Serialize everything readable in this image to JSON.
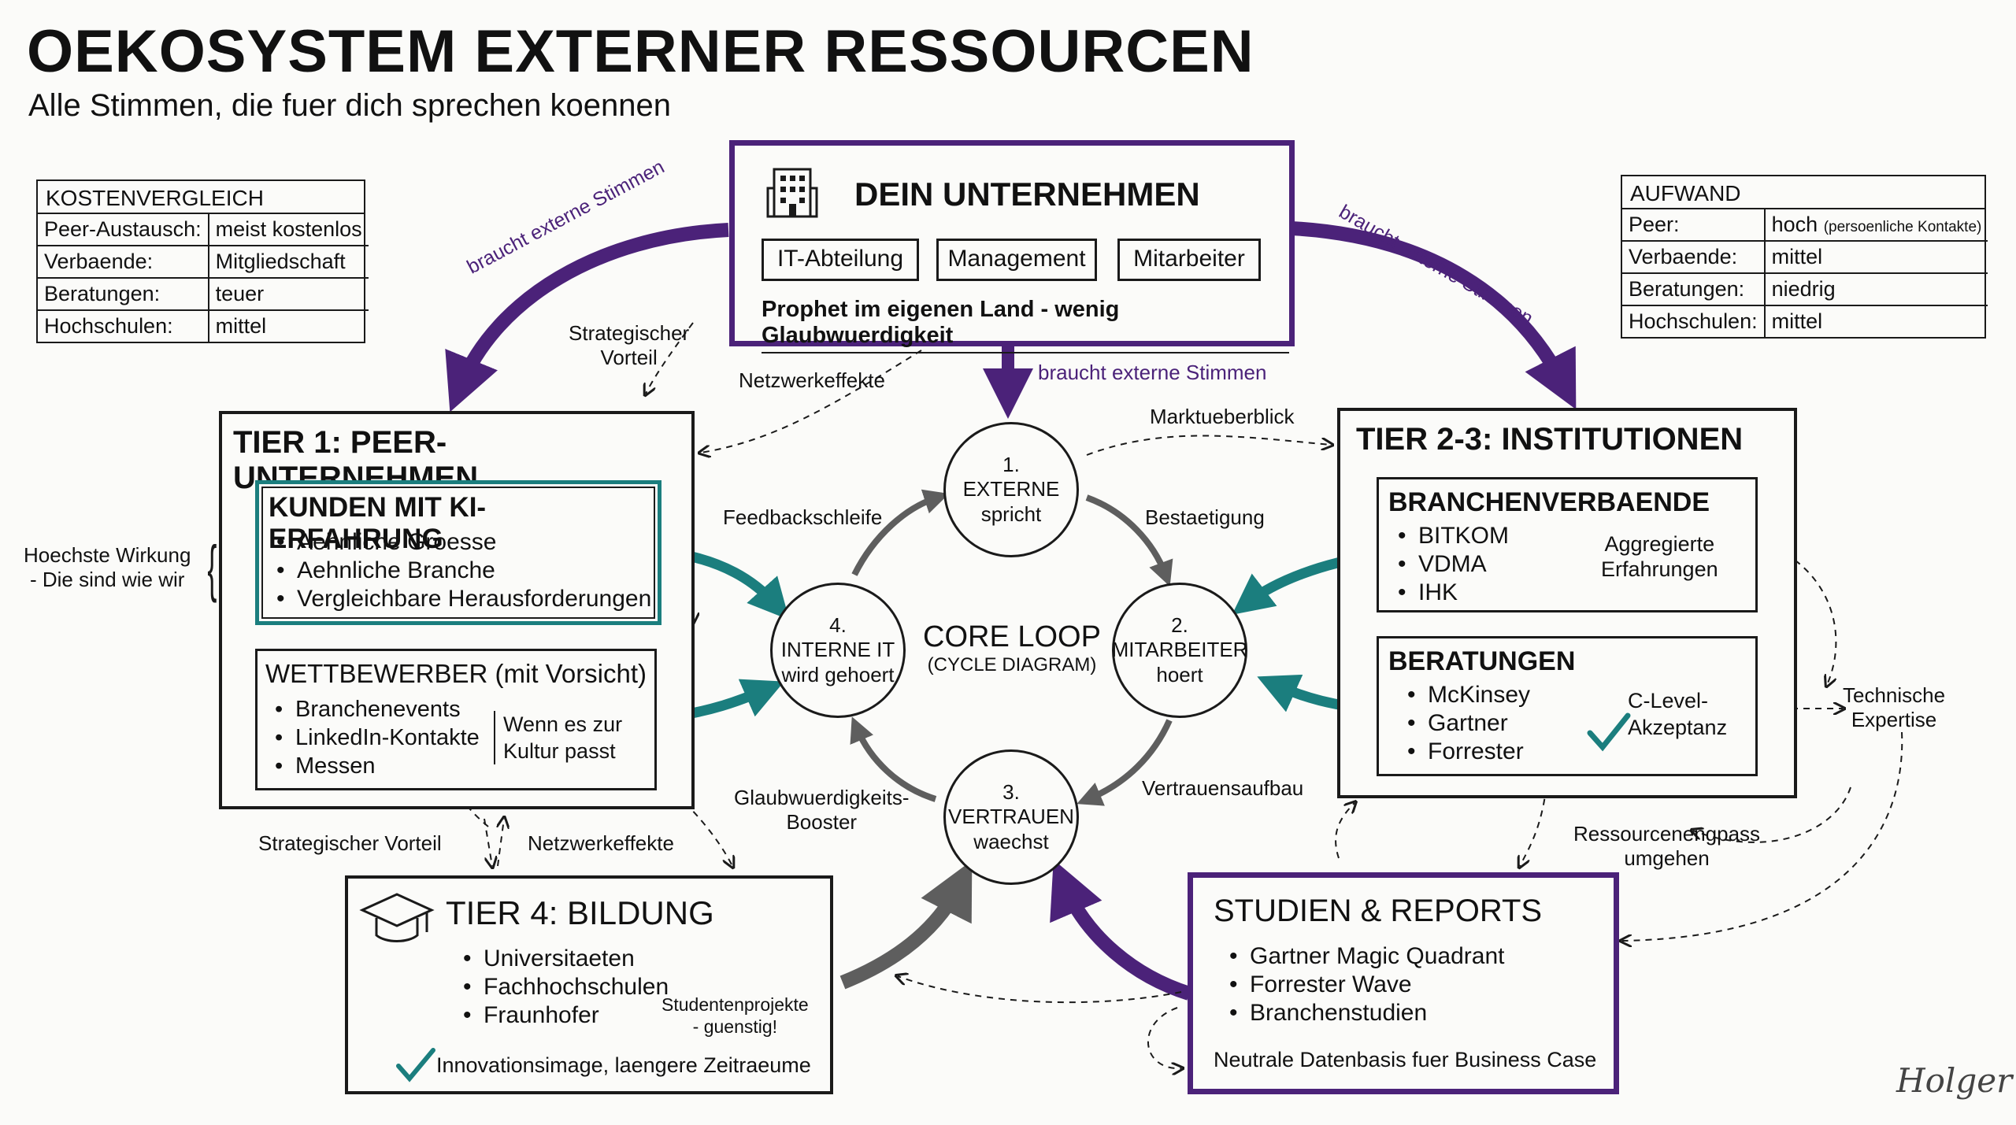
{
  "header": {
    "title": "OEKOSYSTEM EXTERNER RESSOURCEN",
    "subtitle": "Alle Stimmen, die fuer dich sprechen koennen"
  },
  "cost_table": {
    "title": "KOSTENVERGLEICH",
    "rows": [
      {
        "k": "Peer-Austausch:",
        "v": "meist kostenlos"
      },
      {
        "k": "Verbaende:",
        "v": "Mitgliedschaft"
      },
      {
        "k": "Beratungen:",
        "v": "teuer"
      },
      {
        "k": "Hochschulen:",
        "v": "mittel"
      }
    ]
  },
  "effort_table": {
    "title": "AUFWAND",
    "rows": [
      {
        "k": "Peer:",
        "v": "hoch",
        "note": "(persoenliche Kontakte)"
      },
      {
        "k": "Verbaende:",
        "v": "mittel",
        "note": ""
      },
      {
        "k": "Beratungen:",
        "v": "niedrig",
        "note": ""
      },
      {
        "k": "Hochschulen:",
        "v": "mittel",
        "note": ""
      }
    ]
  },
  "company": {
    "title": "DEIN UNTERNEHMEN",
    "tags": [
      "IT-Abteilung",
      "Management",
      "Mitarbeiter"
    ],
    "note": "Prophet im eigenen Land - wenig Glaubwuerdigkeit"
  },
  "arrow_labels": {
    "needs_left": "braucht externe Stimmen",
    "needs_right": "braucht externe Stimmen",
    "needs_center": "braucht externe Stimmen",
    "strategic_top": "Strategischer\nVorteil",
    "network_top": "Netzwerkeffekte",
    "market": "Marktueberblick",
    "feedback": "Feedbackschleife",
    "confirmation": "Bestaetigung",
    "booster": "Glaubwuerdigkeits-\nBooster",
    "trust_build": "Vertrauensaufbau",
    "strategic_bottom": "Strategischer Vorteil",
    "network_bottom": "Netzwerkeffekte",
    "tech": "Technische\nExpertise",
    "resources": "Ressourcenengpass\numgehen",
    "impact": "Hoechste Wirkung\n- Die sind wie wir"
  },
  "tier1": {
    "title": "TIER 1: PEER-UNTERNEHMEN",
    "customers": {
      "title": "KUNDEN MIT KI-ERFAHRUNG",
      "items": [
        "Aehnliche Groesse",
        "Aehnliche Branche",
        "Vergleichbare Herausforderungen"
      ]
    },
    "competitors": {
      "title": "WETTBEWERBER (mit Vorsicht)",
      "items": [
        "Branchenevents",
        "LinkedIn-Kontakte",
        "Messen"
      ],
      "note": "Wenn es zur\nKultur passt"
    }
  },
  "tier23": {
    "title": "TIER 2-3: INSTITUTIONEN",
    "associations": {
      "title": "BRANCHENVERBAENDE",
      "items": [
        "BITKOM",
        "VDMA",
        "IHK"
      ],
      "note": "Aggregierte\nErfahrungen"
    },
    "consulting": {
      "title": "BERATUNGEN",
      "items": [
        "McKinsey",
        "Gartner",
        "Forrester"
      ],
      "note": "C-Level-\nAkzeptanz"
    }
  },
  "core_loop": {
    "title": "CORE LOOP",
    "subtitle": "(CYCLE DIAGRAM)",
    "steps": [
      {
        "num": "1.",
        "text": "EXTERNE\nspricht"
      },
      {
        "num": "2.",
        "text": "MITARBEITER\nhoert"
      },
      {
        "num": "3.",
        "text": "VERTRAUEN\nwaechst"
      },
      {
        "num": "4.",
        "text": "INTERNE IT\nwird gehoert"
      }
    ]
  },
  "tier4": {
    "title": "TIER 4: BILDUNG",
    "items": [
      "Universitaeten",
      "Fachhochschulen",
      "Fraunhofer"
    ],
    "note": "Studentenprojekte\n- guenstig!",
    "footer": "Innovationsimage, laengere Zeitraeume"
  },
  "studies": {
    "title": "STUDIEN & REPORTS",
    "items": [
      "Gartner Magic Quadrant",
      "Forrester Wave",
      "Branchenstudien"
    ],
    "footer": "Neutrale Datenbasis fuer Business Case"
  },
  "signature": "Holger",
  "colors": {
    "purple": "#4b2279",
    "teal": "#1b7e7e",
    "gray": "#6a6a6a",
    "ink": "#1a1a1a"
  },
  "icons": [
    "building-icon",
    "graduation-cap-icon",
    "checkmark-icon"
  ]
}
